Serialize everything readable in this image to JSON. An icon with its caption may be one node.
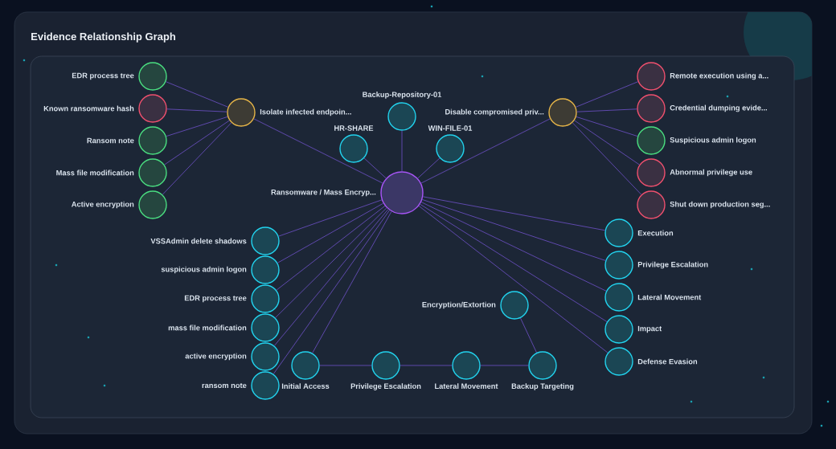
{
  "diagram": {
    "title": "Evidence Relationship Graph",
    "nodes": [
      {
        "text": [
          "EDR process tree"
        ]
      },
      {
        "text": [
          "Disable compromised priv..."
        ]
      },
      {
        "text": [
          "Known ransomware hash"
        ]
      },
      {
        "text": [
          "Ransom note"
        ]
      },
      {
        "text": [
          "Isolate infected endpoin..."
        ]
      },
      {
        "text": [
          "Mass file modification"
        ]
      },
      {
        "text": [
          "Remote execution using a..."
        ]
      },
      {
        "text": [
          "Credential dumping evide..."
        ]
      },
      {
        "text": [
          "Suspicious admin logon"
        ]
      },
      {
        "text": [
          "Active encryption"
        ]
      },
      {
        "text": [
          "VSSAdmin delete shadows"
        ]
      },
      {
        "text": [
          "Abnormal privilege use"
        ]
      },
      {
        "text": [
          "suspicious admin logon"
        ]
      },
      {
        "text": [
          "Shut down production seg..."
        ]
      },
      {
        "text": [
          "EDR process tree"
        ]
      },
      {
        "text": [
          "Ransomware / Mass Encryp..."
        ]
      },
      {
        "text": [
          "Execution"
        ]
      },
      {
        "text": [
          "mass file modification"
        ]
      },
      {
        "text": [
          "active encryption"
        ]
      },
      {
        "text": [
          "Privilege Escalation"
        ]
      },
      {
        "text": [
          "Lateral Movement"
        ]
      },
      {
        "text": [
          "ransom note"
        ]
      },
      {
        "text": [
          "HR-SHARE"
        ]
      },
      {
        "text": [
          "Backup-Repository-01"
        ]
      },
      {
        "text": [
          "Impact"
        ]
      },
      {
        "text": [
          "Initial Access"
        ]
      },
      {
        "text": [
          "Backup Targeting"
        ]
      },
      {
        "text": [
          "Defense Evasion"
        ]
      },
      {
        "text": [
          "Privilege Escalation"
        ]
      },
      {
        "text": [
          "Encryption/Extortion"
        ]
      },
      {
        "text": [
          "WIN-FILE-01"
        ]
      },
      {
        "text": [
          "Lateral Movement"
        ]
      }
    ],
    "edges": [
      {
        "from": 4,
        "to": 0,
        "arrow": "none"
      },
      {
        "from": 4,
        "to": 2,
        "arrow": "none"
      },
      {
        "from": 4,
        "to": 3,
        "arrow": "none"
      },
      {
        "from": 4,
        "to": 5,
        "arrow": "none"
      },
      {
        "from": 4,
        "to": 9,
        "arrow": "none"
      },
      {
        "from": 1,
        "to": 6,
        "arrow": "none"
      },
      {
        "from": 1,
        "to": 7,
        "arrow": "none"
      },
      {
        "from": 1,
        "to": 8,
        "arrow": "none"
      },
      {
        "from": 1,
        "to": 11,
        "arrow": "none"
      },
      {
        "from": 1,
        "to": 13,
        "arrow": "none"
      },
      {
        "from": 15,
        "to": 4,
        "arrow": "none"
      },
      {
        "from": 15,
        "to": 1,
        "arrow": "none"
      },
      {
        "from": 15,
        "to": 22,
        "arrow": "none"
      },
      {
        "from": 15,
        "to": 23,
        "arrow": "none"
      },
      {
        "from": 15,
        "to": 30,
        "arrow": "none"
      },
      {
        "from": 15,
        "to": 10,
        "arrow": "none"
      },
      {
        "from": 15,
        "to": 12,
        "arrow": "none"
      },
      {
        "from": 15,
        "to": 14,
        "arrow": "none"
      },
      {
        "from": 15,
        "to": 17,
        "arrow": "none"
      },
      {
        "from": 15,
        "to": 18,
        "arrow": "none"
      },
      {
        "from": 15,
        "to": 21,
        "arrow": "none"
      },
      {
        "from": 15,
        "to": 16,
        "arrow": "none"
      },
      {
        "from": 15,
        "to": 19,
        "arrow": "none"
      },
      {
        "from": 15,
        "to": 20,
        "arrow": "none"
      },
      {
        "from": 15,
        "to": 24,
        "arrow": "none"
      },
      {
        "from": 15,
        "to": 27,
        "arrow": "none"
      },
      {
        "from": 15,
        "to": 25,
        "arrow": "none"
      },
      {
        "from": 25,
        "to": 28,
        "arrow": "none"
      },
      {
        "from": 28,
        "to": 31,
        "arrow": "none"
      },
      {
        "from": 31,
        "to": 26,
        "arrow": "none"
      },
      {
        "from": 26,
        "to": 29,
        "arrow": "none"
      }
    ]
  }
}
